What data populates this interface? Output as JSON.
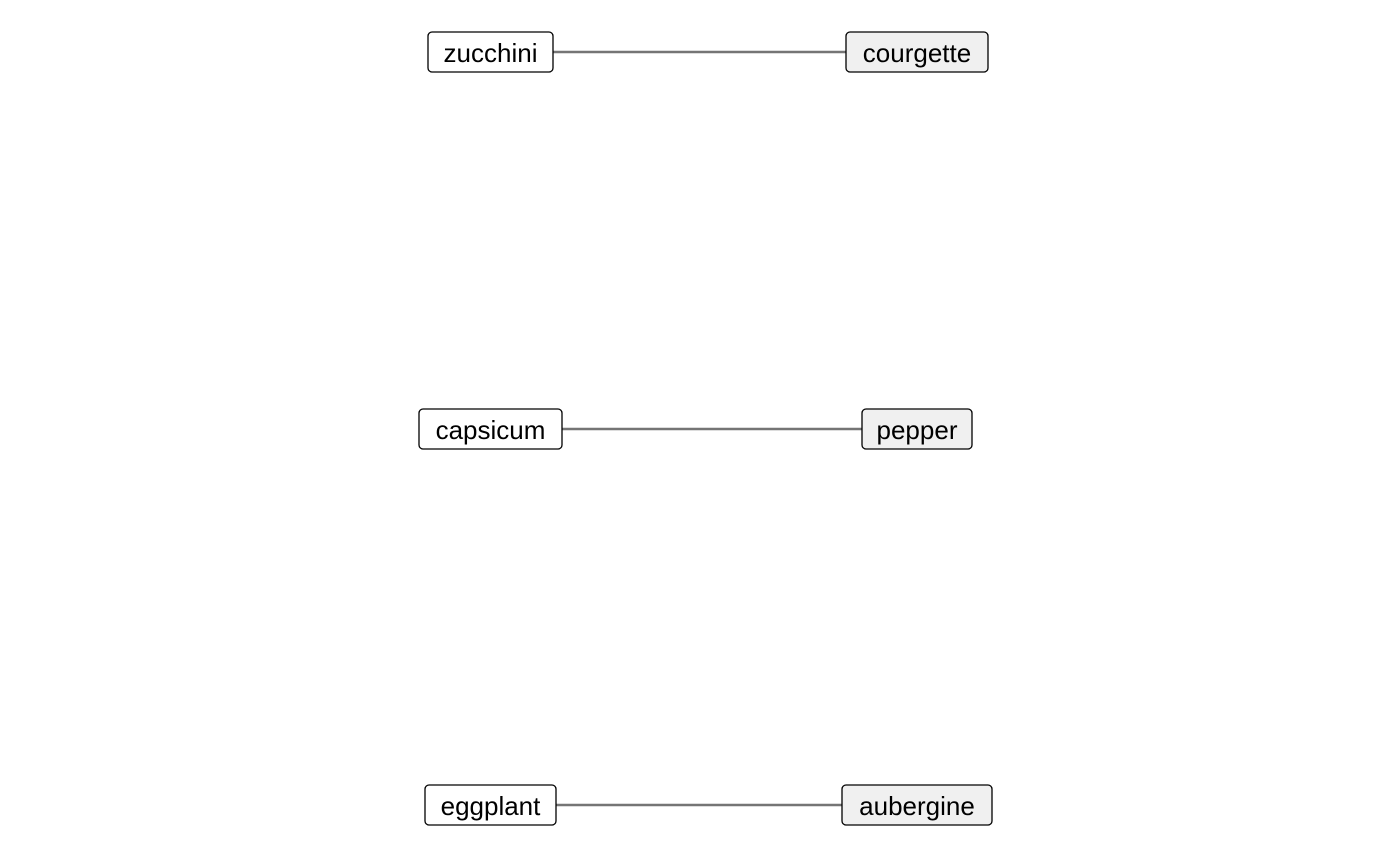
{
  "diagram": {
    "pairs": [
      {
        "left": "zucchini",
        "right": "courgette"
      },
      {
        "left": "capsicum",
        "right": "pepper"
      },
      {
        "left": "eggplant",
        "right": "aubergine"
      }
    ],
    "colors": {
      "connector": "#757575",
      "left_fill": "#ffffff",
      "right_fill": "#f0f0f0",
      "border": "#000000",
      "text": "#000000"
    }
  }
}
